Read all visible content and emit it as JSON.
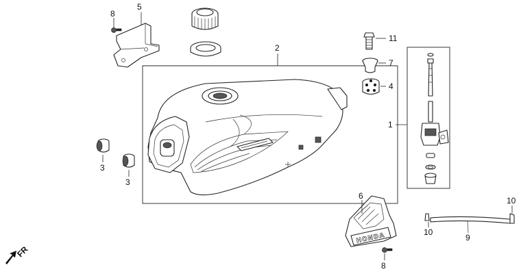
{
  "callouts": {
    "fuel_tank": "2",
    "fuel_cock": "1",
    "cap": "3",
    "mount_rubber": "4",
    "bracket": "5",
    "emblem": "6",
    "collar": "7",
    "screw": "8",
    "fuel_tube": "9",
    "clip": "10",
    "bolt": "11"
  },
  "direction_label": "FR",
  "emblem_text": "HONDA"
}
